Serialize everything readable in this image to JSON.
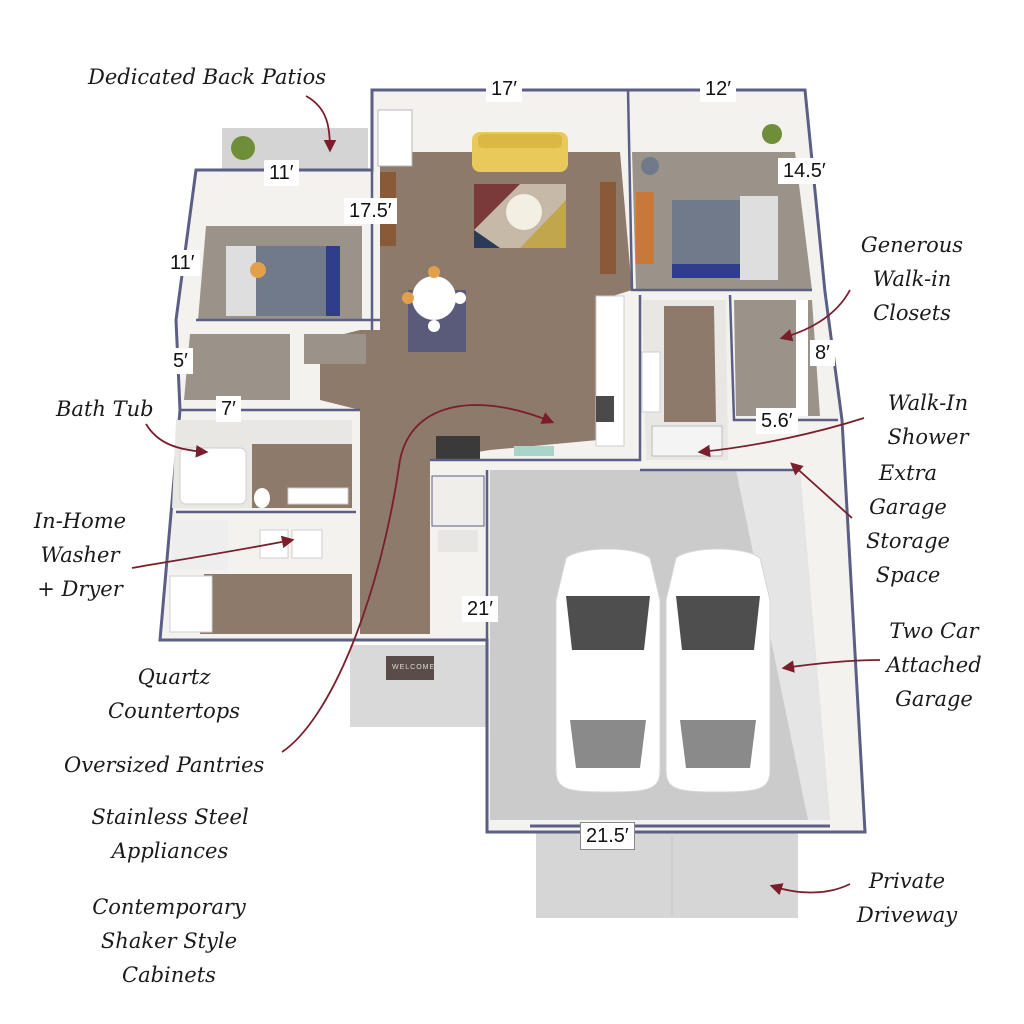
{
  "annotations": {
    "back_patios": "Dedicated Back Patios",
    "walk_in_closets": [
      "Generous",
      "Walk-in",
      "Closets"
    ],
    "bath_tub": "Bath Tub",
    "walk_in_shower": [
      "Walk-In",
      "Shower"
    ],
    "garage_storage": [
      "Extra",
      "Garage",
      "Storage",
      "Space"
    ],
    "washer_dryer": [
      "In-Home",
      "Washer",
      "+ Dryer"
    ],
    "two_car_garage": [
      "Two Car",
      "Attached",
      "Garage"
    ],
    "quartz": [
      "Quartz",
      "Countertops"
    ],
    "pantries": "Oversized Pantries",
    "appliances": [
      "Stainless Steel",
      "Appliances"
    ],
    "cabinets": [
      "Contemporary",
      "Shaker Style",
      "Cabinets"
    ],
    "driveway": [
      "Private",
      "Driveway"
    ]
  },
  "dimensions": {
    "living_width": "17′",
    "primary_width": "12′",
    "primary_depth": "14.5′",
    "bedroom_width": "11′",
    "bedroom_depth": "11′",
    "living_depth": "17.5′",
    "closet_width": "5′",
    "bath_width": "7′",
    "wic_depth": "8′",
    "wic_width": "5.6′",
    "hall_length": "21′",
    "garage_width": "21.5′"
  },
  "doormat_text": "WELCOME",
  "colors": {
    "floor_wood": "#8d7a6b",
    "carpet": "#9b938a",
    "wall": "#f4f2ef",
    "wall_edge": "#5b5f86",
    "garage_floor": "#cbcbcb",
    "driveway": "#d6d6d6",
    "sofa": "#e8c95a",
    "bed": "#707a8a",
    "arrow": "#7a1e2c"
  }
}
